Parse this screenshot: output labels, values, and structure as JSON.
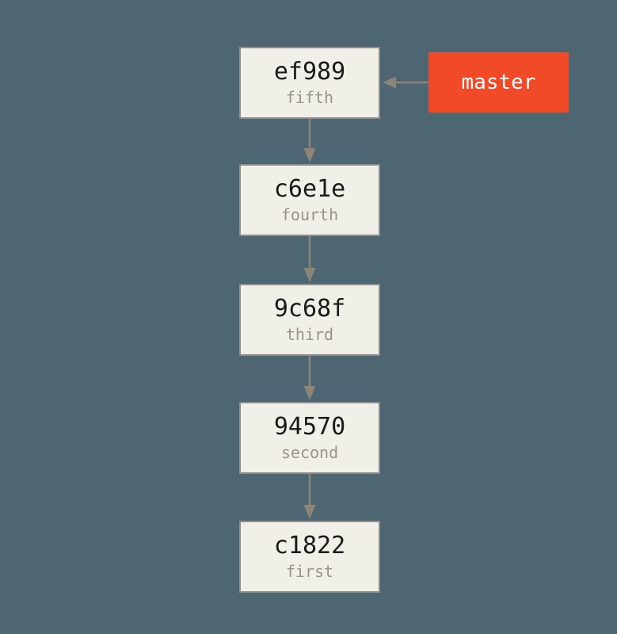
{
  "commits": [
    {
      "hash": "ef989",
      "message": "fifth"
    },
    {
      "hash": "c6e1e",
      "message": "fourth"
    },
    {
      "hash": "9c68f",
      "message": "third"
    },
    {
      "hash": "94570",
      "message": "second"
    },
    {
      "hash": "c1822",
      "message": "first"
    }
  ],
  "branch": {
    "name": "master",
    "points_to": "ef989"
  },
  "edges": [
    {
      "from": "ef989",
      "to": "c6e1e"
    },
    {
      "from": "c6e1e",
      "to": "9c68f"
    },
    {
      "from": "9c68f",
      "to": "94570"
    },
    {
      "from": "94570",
      "to": "c1822"
    }
  ],
  "colors": {
    "background": "#4d6671",
    "node_fill": "#f0efe8",
    "node_border": "#8e8c8c",
    "hash_text": "#1a1a1a",
    "message_text": "#98948c",
    "arrow": "#8d8478",
    "branch_fill": "#f04a28",
    "branch_text": "#ffffff"
  }
}
